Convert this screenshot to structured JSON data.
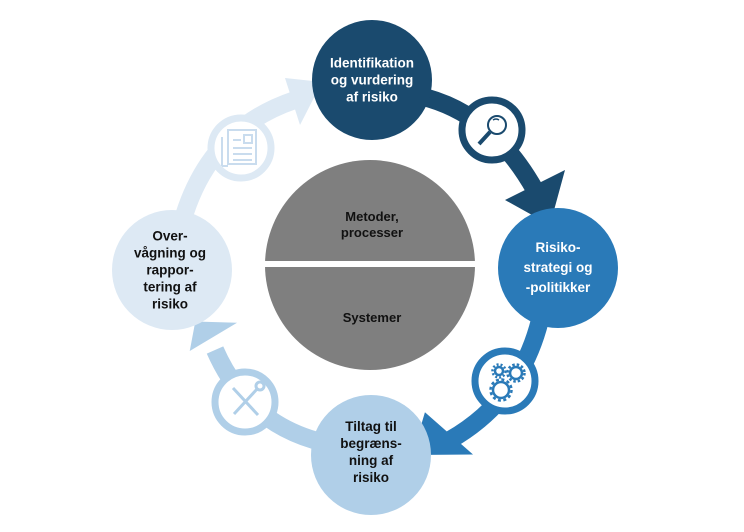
{
  "diagram": {
    "title": "Risk management cycle",
    "center": {
      "top_label": "Metoder,\nprocesser",
      "bottom_label": "Systemer",
      "color": "#7f7f7f"
    },
    "stages": [
      {
        "id": "identification",
        "label": "Identifikation\nog vurdering\naf risiko",
        "color": "#1a4a6e",
        "text_color": "#ffffff",
        "connector_icon": "magnifier-icon"
      },
      {
        "id": "strategy",
        "label": "Risiko-\nstrategi og\n-politikker",
        "color": "#2a7ab8",
        "text_color": "#ffffff",
        "connector_icon": "gears-icon"
      },
      {
        "id": "mitigation",
        "label": "Tiltag til\nbegræns-\nning af\nrisiko",
        "color": "#b0cfe8",
        "text_color": "#111111",
        "connector_icon": "tools-icon"
      },
      {
        "id": "monitoring",
        "label": "Over-\nvågning og\nrappor-\ntering af\nrisiko",
        "color": "#dde9f4",
        "text_color": "#111111",
        "connector_icon": "document-icon"
      }
    ]
  }
}
